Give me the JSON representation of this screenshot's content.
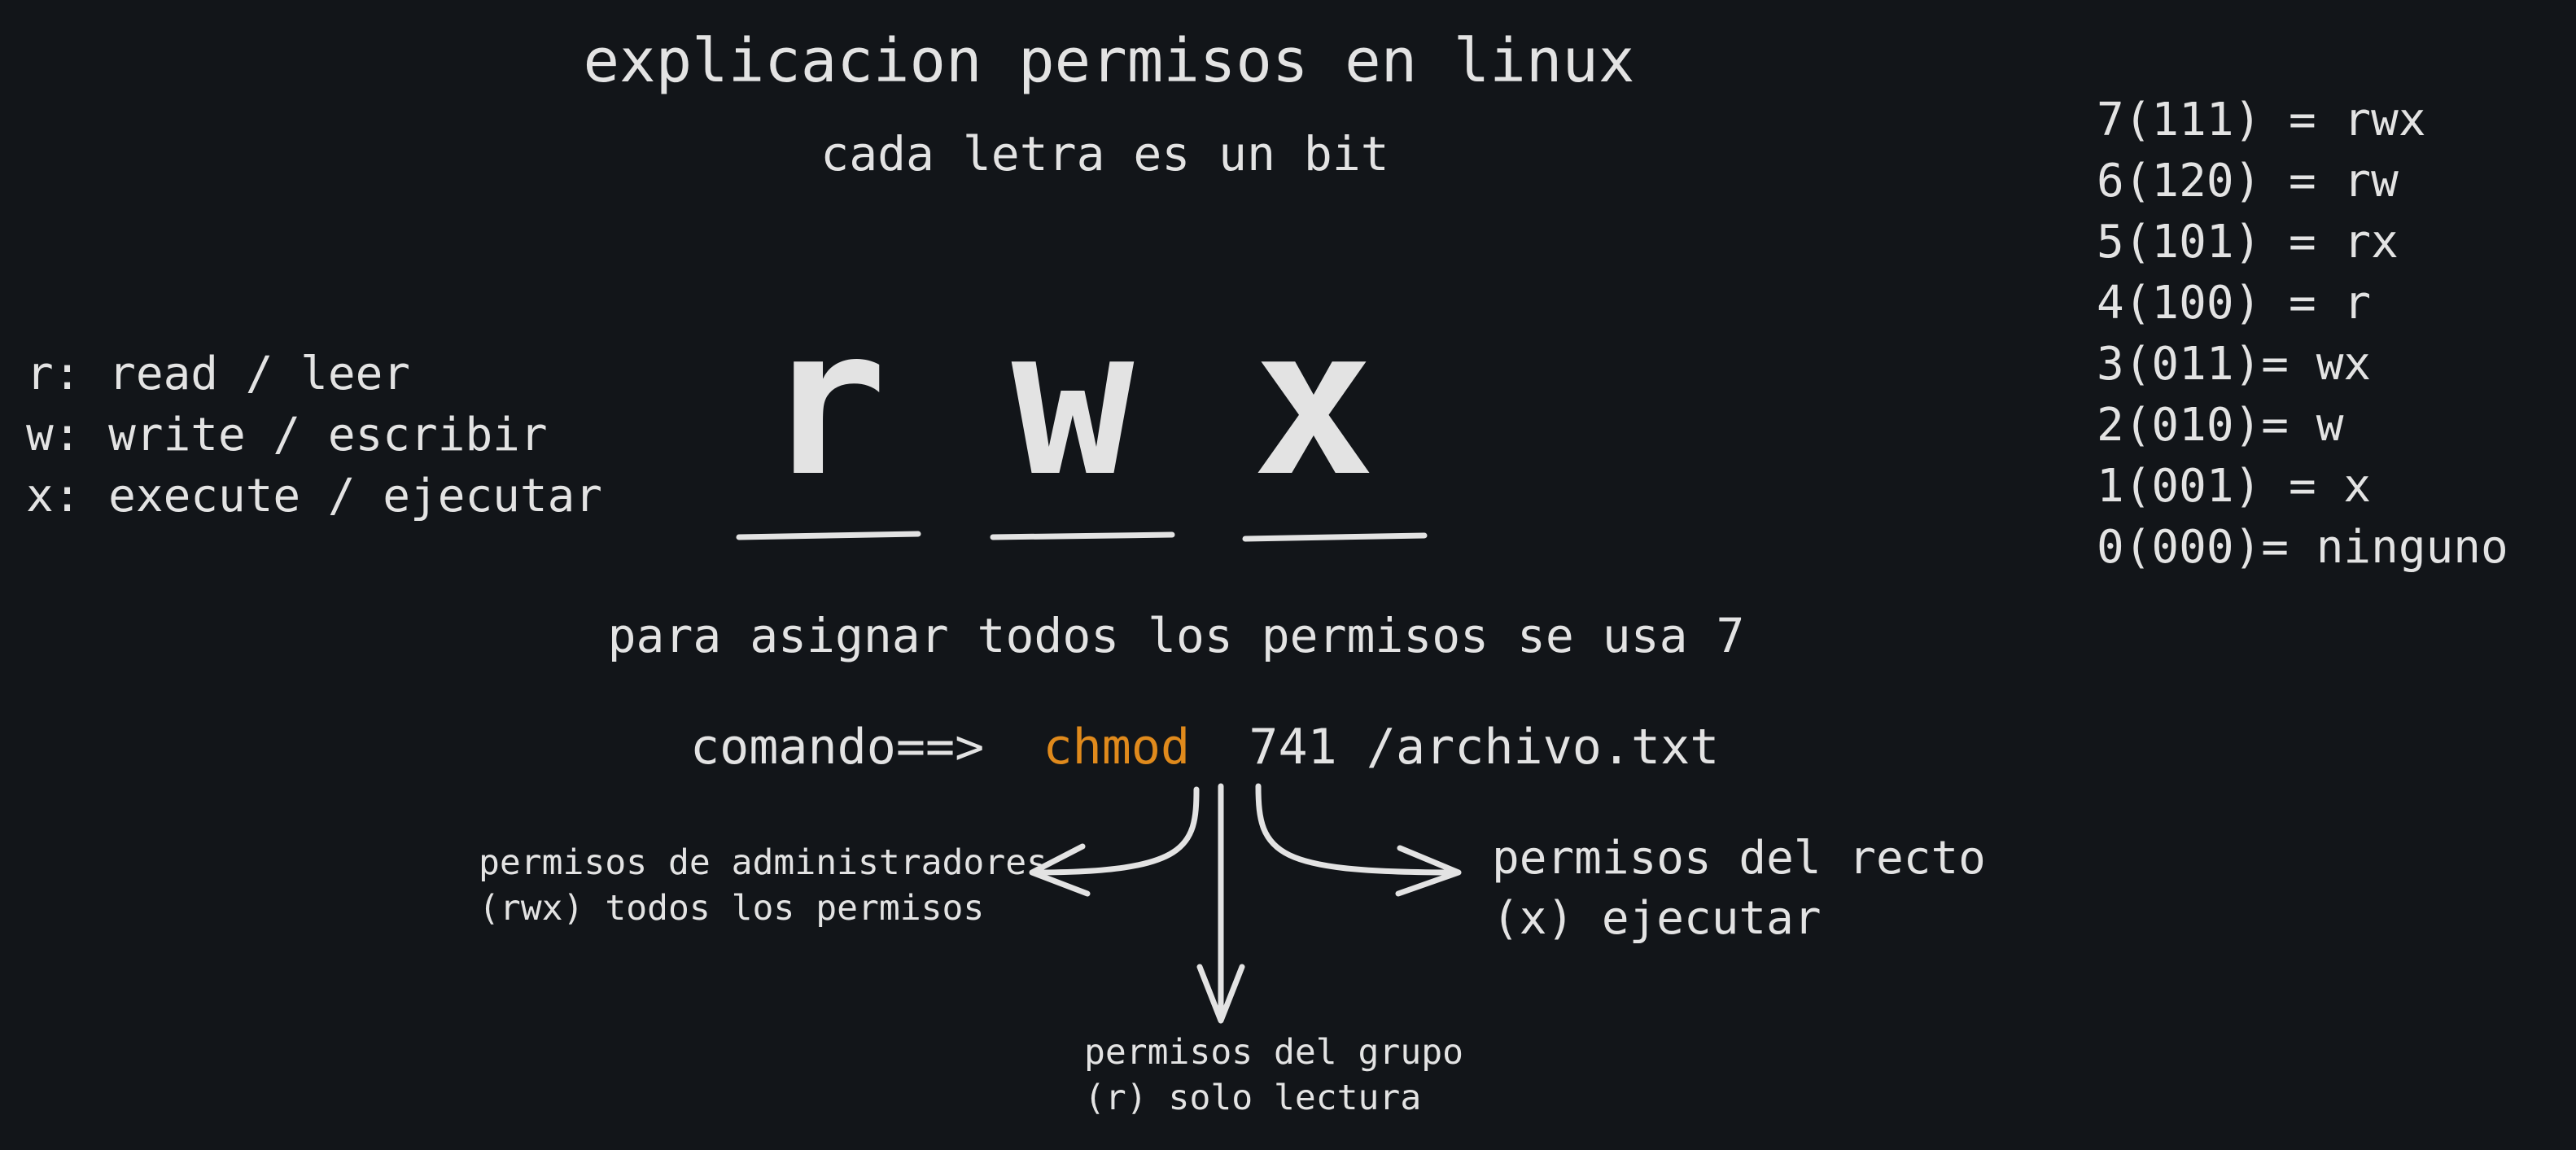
{
  "title": "explicacion permisos en linux",
  "subtitle": "cada letra es un bit",
  "legend": [
    "r: read / leer",
    "w: write / escribir",
    "x: execute / ejecutar"
  ],
  "letters": [
    "r",
    "w",
    "x"
  ],
  "table": [
    "7(111) = rwx",
    "6(120) = rw",
    "5(101) = rx",
    "4(100) = r",
    "3(011)= wx",
    "2(010)= w",
    "1(001) = x",
    "0(000)= ninguno"
  ],
  "info": "para asignar todos los permisos se usa 7",
  "command": {
    "prefix": "comando==>",
    "name": "chmod",
    "mode": "741",
    "file": "/archivo.txt"
  },
  "notes": {
    "admin_line1": "permisos de administradores",
    "admin_line2": "(rwx) todos los permisos",
    "group_line1": "permisos del grupo",
    "group_line2": "(r) solo lectura",
    "other_line1": "permisos del recto",
    "other_line2": "(x) ejecutar"
  },
  "colors": {
    "background": "#121519",
    "text": "#e3e3e3",
    "accent": "#e08a1c"
  }
}
